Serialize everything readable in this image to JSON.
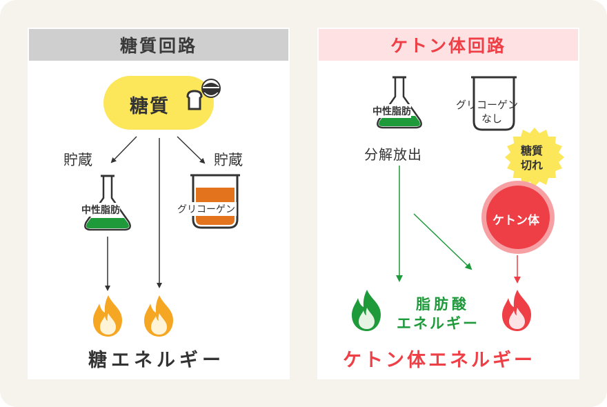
{
  "colors": {
    "background": "#f6f3ec",
    "sugar_header_bg": "#cfcfcf",
    "ketone_header_bg": "#fde1e3",
    "accent_red": "#ee3e46",
    "fat_green": "#1f9a3b",
    "glycogen_orange": "#e4731e",
    "sugar_yellow": "#fce65a",
    "flame_orange": "#f5a623"
  },
  "sugar_path": {
    "title": "糖質回路",
    "sugar_node": "糖質",
    "store_left": "貯蔵",
    "store_right": "貯蔵",
    "fat_label": "中性脂肪",
    "glycogen_label": "グリコーゲン",
    "energy_label": "糖エネルギー"
  },
  "ketone_path": {
    "title": "ケトン体回路",
    "fat_label": "中性脂肪",
    "no_glycogen_line1": "グリコーゲン",
    "no_glycogen_line2": "なし",
    "release_label": "分解放出",
    "sugar_out_line1": "糖質",
    "sugar_out_line2": "切れ",
    "ketone_node": "ケトン体",
    "fatty_acid_line1": "脂肪酸",
    "fatty_acid_line2": "エネルギー",
    "energy_label": "ケトン体エネルギー"
  },
  "icons": [
    "rice-bowl-icon",
    "flask-icon",
    "beaker-icon",
    "flame-icon",
    "burst-badge-icon"
  ]
}
